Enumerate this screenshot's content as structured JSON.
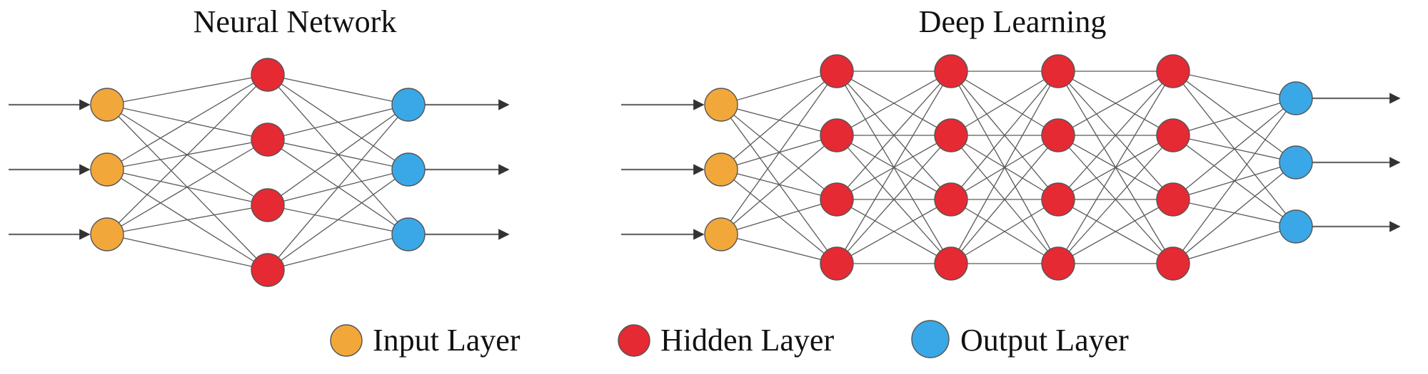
{
  "colors": {
    "input": "#f2a73b",
    "hidden": "#e52a33",
    "output": "#3aa8e6"
  },
  "panels": [
    {
      "id": "neural-network",
      "title": "Neural Network",
      "layers": [
        "input",
        "hidden",
        "output"
      ],
      "layer_sizes": [
        3,
        4,
        3
      ]
    },
    {
      "id": "deep-learning",
      "title": "Deep Learning",
      "layers": [
        "input",
        "hidden",
        "hidden",
        "hidden",
        "hidden",
        "output"
      ],
      "layer_sizes": [
        3,
        4,
        4,
        4,
        4,
        3
      ]
    }
  ],
  "legend": [
    {
      "kind": "input",
      "label": "Input Layer"
    },
    {
      "kind": "hidden",
      "label": "Hidden Layer"
    },
    {
      "kind": "output",
      "label": "Output Layer"
    }
  ]
}
